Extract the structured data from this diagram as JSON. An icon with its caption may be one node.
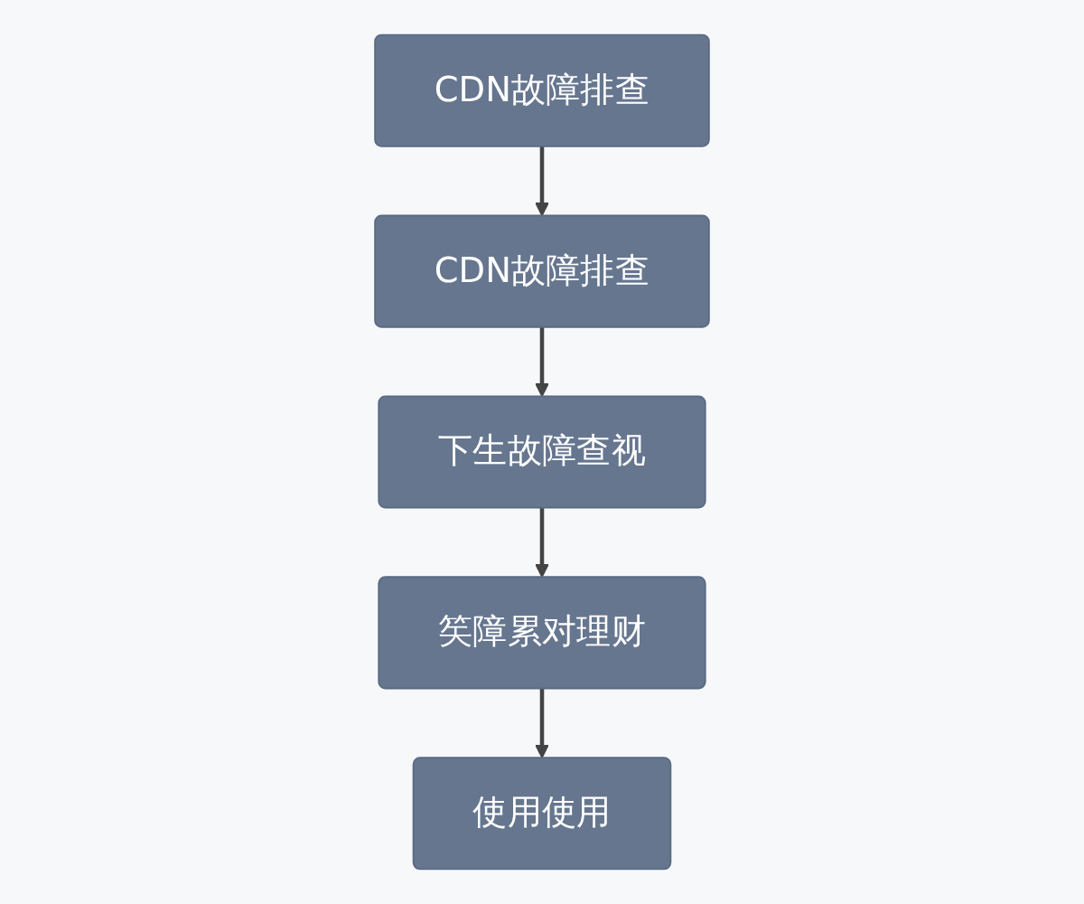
{
  "diagram": {
    "nodes": [
      {
        "text": [
          "CDN故障排查"
        ]
      },
      {
        "text": [
          "CDN故障排查"
        ]
      },
      {
        "text": [
          "下生故障查视"
        ]
      },
      {
        "text": [
          "笶障累对理财"
        ]
      },
      {
        "text": [
          "使用使用"
        ]
      }
    ],
    "edges": [
      {
        "from": 0,
        "to": 1,
        "arrow": "to"
      },
      {
        "from": 1,
        "to": 2,
        "arrow": "to"
      },
      {
        "from": 2,
        "to": 3,
        "arrow": "to"
      },
      {
        "from": 3,
        "to": 4,
        "arrow": "to"
      }
    ]
  }
}
